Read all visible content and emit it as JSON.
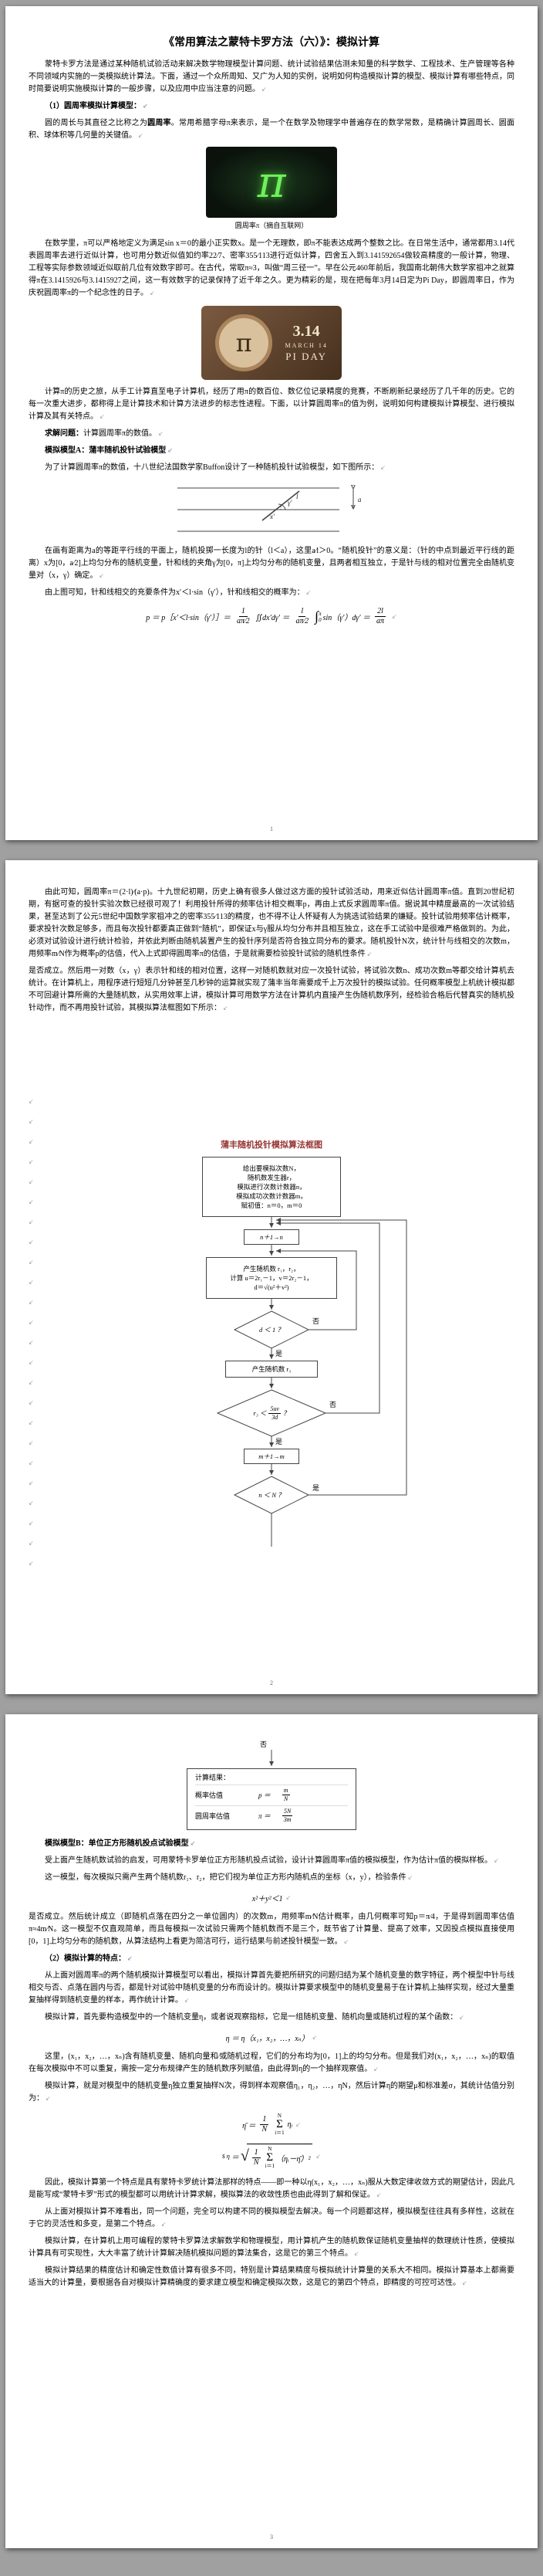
{
  "icons": {
    "pmark": "↙"
  },
  "colors": {
    "page_bg": "#a0a0a0",
    "flow_title": "#963634",
    "pi_green": "#6ef05a"
  },
  "page1": {
    "title": "《常用算法之蒙特卡罗方法（六）》：模拟计算",
    "p_intro": "蒙特卡罗方法是通过某种随机试验活动来解决数学物理模型计算问题、统计试验结果估测未知量的科学数学、工程技术、生产管理等各种不同领域内实施的一类模拟统计算法。下面，通过一个众所周知、又广为人知的实例，说明如何构造模拟计算的模型、模拟计算有哪些特点，同时简要说明实施模拟计算的一般步骤，以及应用中应当注意的问题。",
    "h_model": "（1）圆周率模拟计算模型：",
    "p_pi_pre": "圆的周长与其直径之比称之为",
    "p_pi_bold": "圆周率",
    "p_pi_post": "。常用希腊字母π来表示，是一个在数学及物理学中普遍存在的数学常数，是精确计算圆周长、圆面积、球体积等几何量的关键值。",
    "img_pi": {
      "glyph": "π",
      "caption": "圆周率π（摘自互联网）"
    },
    "p_math": "在数学里，π可以严格地定义为满足sin x＝0的最小正实数x。是一个无理数，即π不能表达成两个整数之比。在日常生活中，通常都用3.14代表圆周率去进行近似计算，也可用分数近似值如约率22∕7、密率355∕113进行近似计算，四舍五入到3.141592654做较高精度的一般计算，物理、工程等实际参数领域近似取前几位有效数字即可。在古代，常取π≈3，叫做“周三径一”。早在公元460年前后，我国南北朝伟大数学家祖冲之就算得π在3.1415926与3.1415927之间，这一有效数字的记录保持了近千年之久。更为精彩的是，现在把每年3月14日定为Pi Day，即圆周率日，作为庆祝圆周率π的一个纪念性的日子。",
    "img_piday": {
      "glyph": "π",
      "big": "3.14",
      "month": "MARCH 14",
      "day": "PI DAY"
    },
    "p_history": "计算π的历史之旅，从手工计算直至电子计算机，经历了用π的数百位、数亿位记录精度的竞赛，不断刷新纪录经历了几千年的历史。它的每一次重大进步，都称得上是计算技术和计算方法进步的标志性进程。下面，以计算圆周率π的值为例，说明如何构建模拟计算模型、进行模拟计算及其有关特点。",
    "p_solve_bold": "求解问题：",
    "p_solve_rest": "计算圆周率π的数值。",
    "h_modelA": "模拟模型A：蒲丰随机投针试验模型",
    "p_buffon": "为了计算圆周率π的数值，十八世纪法国数学家Buffon设计了一种随机投针试验模型，如下图所示：",
    "diagram": {
      "x": "x′",
      "g": "γ′",
      "a": "a",
      "l": "l"
    },
    "p_needle": "在画有距离为a的等距平行线的平面上，随机投掷一长度为l的针（l＜a），这里a∕l＞0。“随机投针”的意义是：（针的中点到最近平行线的距离）x为[0，a∕2]上均匀分布的随机变量，针和线的夹角γ为[0，π]上均匀分布的随机变量，且两者相互独立，于是针与线的相对位置完全由随机变量对（x，γ）确定。",
    "p_cross": "由上图可知，针和线相交的充要条件为x′＜l·sin（γ′），针和线相交的概率为：",
    "formula": {
      "t1": "p ＝ p［x′＜l·sin（γ′）］＝",
      "f1n": "1",
      "f1d": "aπ∕2",
      "t2": "∬dx′dγ′ ＝",
      "f2n": "l",
      "f2d": "aπ∕2",
      "int": "∫",
      "isup": "π",
      "isub": "0",
      "t4": "sin（γ′）dγ′ ＝",
      "f3n": "2l",
      "f3d": "aπ"
    },
    "page_no": "1"
  },
  "page2": {
    "p1": "由此可知，圆周率π＝(2·l)∕(a·p)。十九世纪初期，历史上确有很多人做过这方面的投针试验活动，用来近似估计圆周率π值。直到20世纪初期，有据可查的投针实验次数已经很可观了！利用投针所得的频率估计相交概率p，再由上式反求圆周率π值。据说其中精度最高的一次试验结果，甚至达到了公元5世纪中国数学家祖冲之的密率355∕113的精度，也不得不让人怀疑有人为挑选试验结果的嫌疑。投针试验用频率估计概率，要求投针次数足够多，而且每次投针都要真正做到“随机”，即保证x与γ服从均匀分布并且相互独立，这在手工试验中是很难严格做到的。为此，必须对试验设计进行统计检验，并依此判断由随机装置产生的投针序列是否符合独立同分布的要求。随机投针N次，统计针与线相交的次数m，用频率m∕N作为概率p的估值，代入上式即得圆周率π的估值，于是就需要检验投针试验的随机性条件",
    "p2": "是否成立。然后用一对数（x，γ）表示针和线的相对位置，这样一对随机数就对应一次投针试验，将试验次数n、成功次数m等都交给计算机去统计。在计算机上，用程序进行短短几分钟甚至几秒钟的运算就实现了蒲丰当年需要成千上万次投针的模拟试验。任何概率模型上机统计模拟都不可回避计算所需的大量随机数，从实用效率上讲，模拟计算可用数学方法在计算机内直接产生伪随机数序列，经检验合格后代替真实的随机投针动作，而不再用投针试验，其模拟算法框图如下所示：",
    "left_marks": "↙\n↙\n↙\n↙\n↙\n↙\n↙\n↙\n↙\n↙\n↙\n↙\n↙\n↙\n↙\n↙\n↙\n↙\n↙\n↙\n↙\n↙\n↙\n↙",
    "page_no": "2"
  },
  "flow": {
    "title": "蒲丰随机投针模拟算法框图",
    "init": [
      "给出要模拟次数N，",
      "随机数发生器r，",
      "模拟进行次数计数器n，",
      "模拟成功次数计数器m，",
      "赋初值：n＝0，m＝0"
    ],
    "inc_n": "n＋1→n",
    "gen": [
      "产生随机数 r₁，r₂，",
      "计算 u＝2r₁－1，v＝2r₂－1，",
      "d＝√(u²＋v²)"
    ],
    "d1": "d ＜ 1 ？",
    "gen_r3": "产生随机数 r₃",
    "d2_pre": "r₃ ＜",
    "d2_num": "5uv",
    "d2_den": "3d",
    "d2_q": "？",
    "inc_m": "m＋1→m",
    "d3": "n ＜ N ？",
    "yes": "是",
    "no": "否",
    "result": {
      "title": "计算结果：",
      "row1_label": "概率估值",
      "row1_lhs": "p ＝",
      "row1_num": "m",
      "row1_den": "N",
      "row2_label": "圆周率估值",
      "row2_lhs": "π ＝",
      "row2_num": "5N",
      "row2_den": "3m"
    }
  },
  "page3": {
    "h_modelB": "模拟模型B：单位正方形随机投点试验模型",
    "p1": "受上面产生随机数试验的启发，可用蒙特卡罗单位正方形随机投点试验，设计计算圆周率π值的模拟模型，作为估计π值的模拟样板。",
    "p2": "这一模型，每次模拟只需产生两个随机数r₁、r₂，把它们视为单位正方形内随机点的坐标（x，y），检验条件",
    "formula_circle": "x²＋y²＜1",
    "p3": "是否成立。然后统计成立（即随机点落在四分之一单位圆内）的次数m，用频率m∕N估计概率，由几何概率可知p＝π∕4，于是得到圆周率估值π≈4m∕N。这一模型不仅直观简单，而且每模拟一次试验只需两个随机数而不是三个，既节省了计算量、提高了效率，又因投点模拟直接使用[0，1]上均匀分布的随机数，从算法结构上看更为简洁可行，运行结果与前述投针模型一致。",
    "h_feature": "（2）模拟计算的特点：",
    "p4": "从上面对圆周率π的两个随机模拟计算模型可以看出，模拟计算首先要把所研究的问题归结为某个随机变量的数字特征，两个模型中针与线相交与否、点落在圆内与否，都是针对试验中随机变量的分布而设计的。模拟计算要求模型中的随机变量易于在计算机上抽样实现，经过大量重复抽样得到随机变量的样本，再作统计计算。",
    "p5": "模拟计算，首先要构造模型中的一个随机变量η，或者说观察指标，它是一组随机变量、随机向量或随机过程的某个函数：",
    "formula_eta": "η ＝ η（x₁，x₂，…，xₙ）",
    "p6": "这里，(x₁，x₂，…，xₙ)含有随机变量、随机向量和∕或随机过程，它们的分布均为[0，1]上的均匀分布。但是我们对(x₁，x₂，…，xₙ)的取值在每次模拟中不可以重复，需按一定分布规律产生的随机数序列赋值，由此得到η的一个抽样观察值。",
    "p7": "模拟计算，就是对模型中的随机变量η独立重复抽样N次，得到样本观察值η₁，η₂，…，ηN，然后计算η的期望μ和标准差σ，其统计估值分别为：",
    "mean": {
      "lhs": "η̄ ＝",
      "fn": "1",
      "fd": "N",
      "sup": "N",
      "op": "Σ",
      "sub": "i＝1",
      "tail": "ηᵢ"
    },
    "std": {
      "s": "s",
      "ssub": "η",
      "eq": "＝",
      "sqrt": "√",
      "fn": "1",
      "fd": "N",
      "sup": "N",
      "op": "Σ",
      "sub": "i＝1",
      "tail": "（ηᵢ－η̄）²"
    },
    "p8": "因此，模拟计算第一个特点是具有蒙特卡罗统计算法那样的特点——即一种以η(x₁，x₂，…，xₙ)服从大数定律收敛方式的期望估计，因此凡是能写成“蒙特卡罗”形式的模型都可以用统计计算求解，模拟算法的收敛性质也由此得到了解和保证。",
    "p9": "从上面对模拟计算不难看出，同一个问题，完全可以构建不同的模拟模型去解决。每一个问题都这样，模拟模型往往具有多样性，这就在于它的灵活性和多变，是第二个特点。",
    "p10": "模拟计算，在计算机上用可编程的蒙特卡罗算法求解数学和物理模型，用计算机产生的随机数保证随机变量抽样的数理统计性质，使模拟计算具有可实现性，大大丰富了统计计算解决随机模拟问题的算法集合，这是它的第三个特点。",
    "p11": "模拟计算结果的精度估计和确定性数值计算有很多不同，特别是计算结果精度与模拟统计计算量的关系大不相同。模拟计算基本上都需要适当大的计算量，要根据各自对模拟计算精确度的要求建立模型和确定模拟次数，这是它的第四个特点，即精度的可控可达性。",
    "page_no": "3"
  }
}
